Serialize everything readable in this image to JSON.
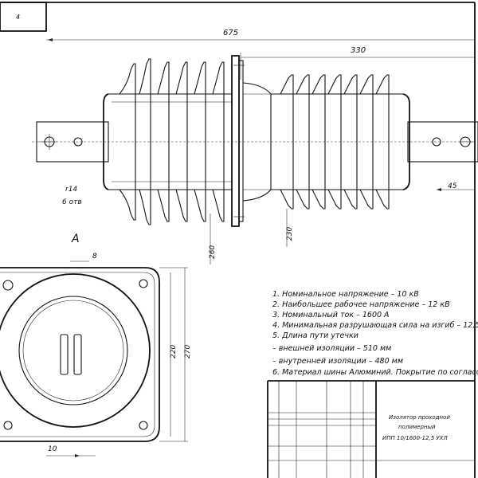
{
  "dimensions": {
    "overall_length": "675",
    "right_part_length": "330",
    "plate_width": "45",
    "shed_diameter_left": "260",
    "shed_diameter_right": "230",
    "base_inner": "220",
    "base_outer": "270",
    "offset_small": "8",
    "bottom_offset": "10"
  },
  "labels": {
    "hole_count": "r14",
    "hole_qty": "6 отв",
    "view_a": "A",
    "digit_top_left": "4"
  },
  "notes": [
    "1. Номинальное напряжение – 10 кВ",
    "2. Наибольшее рабочее напряжение – 12 кВ",
    "3. Номинальный ток – 1600 А",
    "4. Минимальная разрушающая сила на изгиб – 12,5",
    "5. Длина пути утечки",
    "– внешней изоляции – 510 мм",
    "– внутренней изоляции – 480 мм",
    "6. Материал шины Алюминий. Покрытие по согласо"
  ],
  "title_block": {
    "name_line1": "Изолятор проходной",
    "name_line2": "полимерный",
    "designation": "ИПП 10/1600-12,5 УХЛ"
  },
  "colors": {
    "line": "#111111",
    "paper": "#ffffff"
  }
}
